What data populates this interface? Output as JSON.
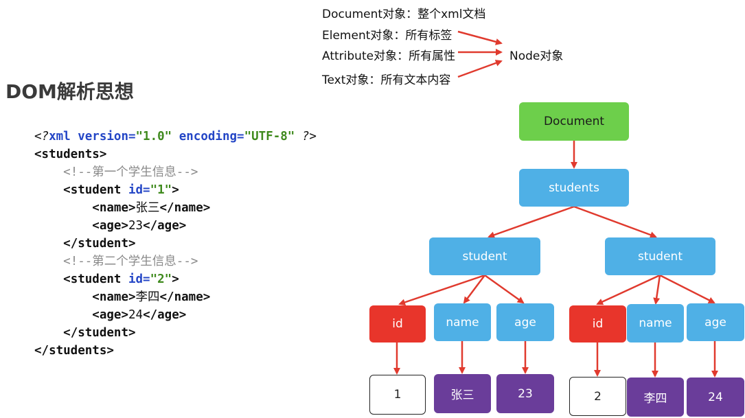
{
  "title": "DOM解析思想",
  "legend": {
    "document": "Document对象：整个xml文档",
    "element": "Element对象：所有标签",
    "attribute": "Attribute对象：所有属性",
    "text": "Text对象：所有文本内容",
    "node": "Node对象"
  },
  "code": {
    "l1": {
      "open": "<?",
      "xml": "xml",
      "version_attr": " version=",
      "version_val": "\"1.0\"",
      "encoding_attr": " encoding=",
      "encoding_val": "\"UTF-8\"",
      "close": " ?>"
    },
    "l2": {
      "tag": "<students>"
    },
    "l3": {
      "comment": "<!--第一个学生信息-->"
    },
    "l4": {
      "open": "<student",
      "attr": " id=",
      "val": "\"1\"",
      "close": ">"
    },
    "l5": {
      "open": "<name>",
      "text": "张三",
      "close": "</name>"
    },
    "l6": {
      "open": "<age>",
      "text": "23",
      "close": "</age>"
    },
    "l7": {
      "tag": "</student>"
    },
    "l8": {
      "comment": "<!--第二个学生信息-->"
    },
    "l9": {
      "open": "<student",
      "attr": " id=",
      "val": "\"2\"",
      "close": ">"
    },
    "l10": {
      "open": "<name>",
      "text": "李四",
      "close": "</name>"
    },
    "l11": {
      "open": "<age>",
      "text": "24",
      "close": "</age>"
    },
    "l12": {
      "tag": "</student>"
    },
    "l13": {
      "tag": "</students>"
    }
  },
  "tree": {
    "document": "Document",
    "students": "students",
    "student1": "student",
    "student2": "student",
    "s1_id": "id",
    "s1_name": "name",
    "s1_age": "age",
    "s2_id": "id",
    "s2_name": "name",
    "s2_age": "age",
    "s1_id_val": "1",
    "s1_name_val": "张三",
    "s1_age_val": "23",
    "s2_id_val": "2",
    "s2_name_val": "李四",
    "s2_age_val": "24"
  },
  "colors": {
    "document": "#6dcf4b",
    "element": "#4fb0e6",
    "attribute": "#e8352b",
    "text": "#6a3d9a",
    "arrow": "#e03a2e"
  }
}
